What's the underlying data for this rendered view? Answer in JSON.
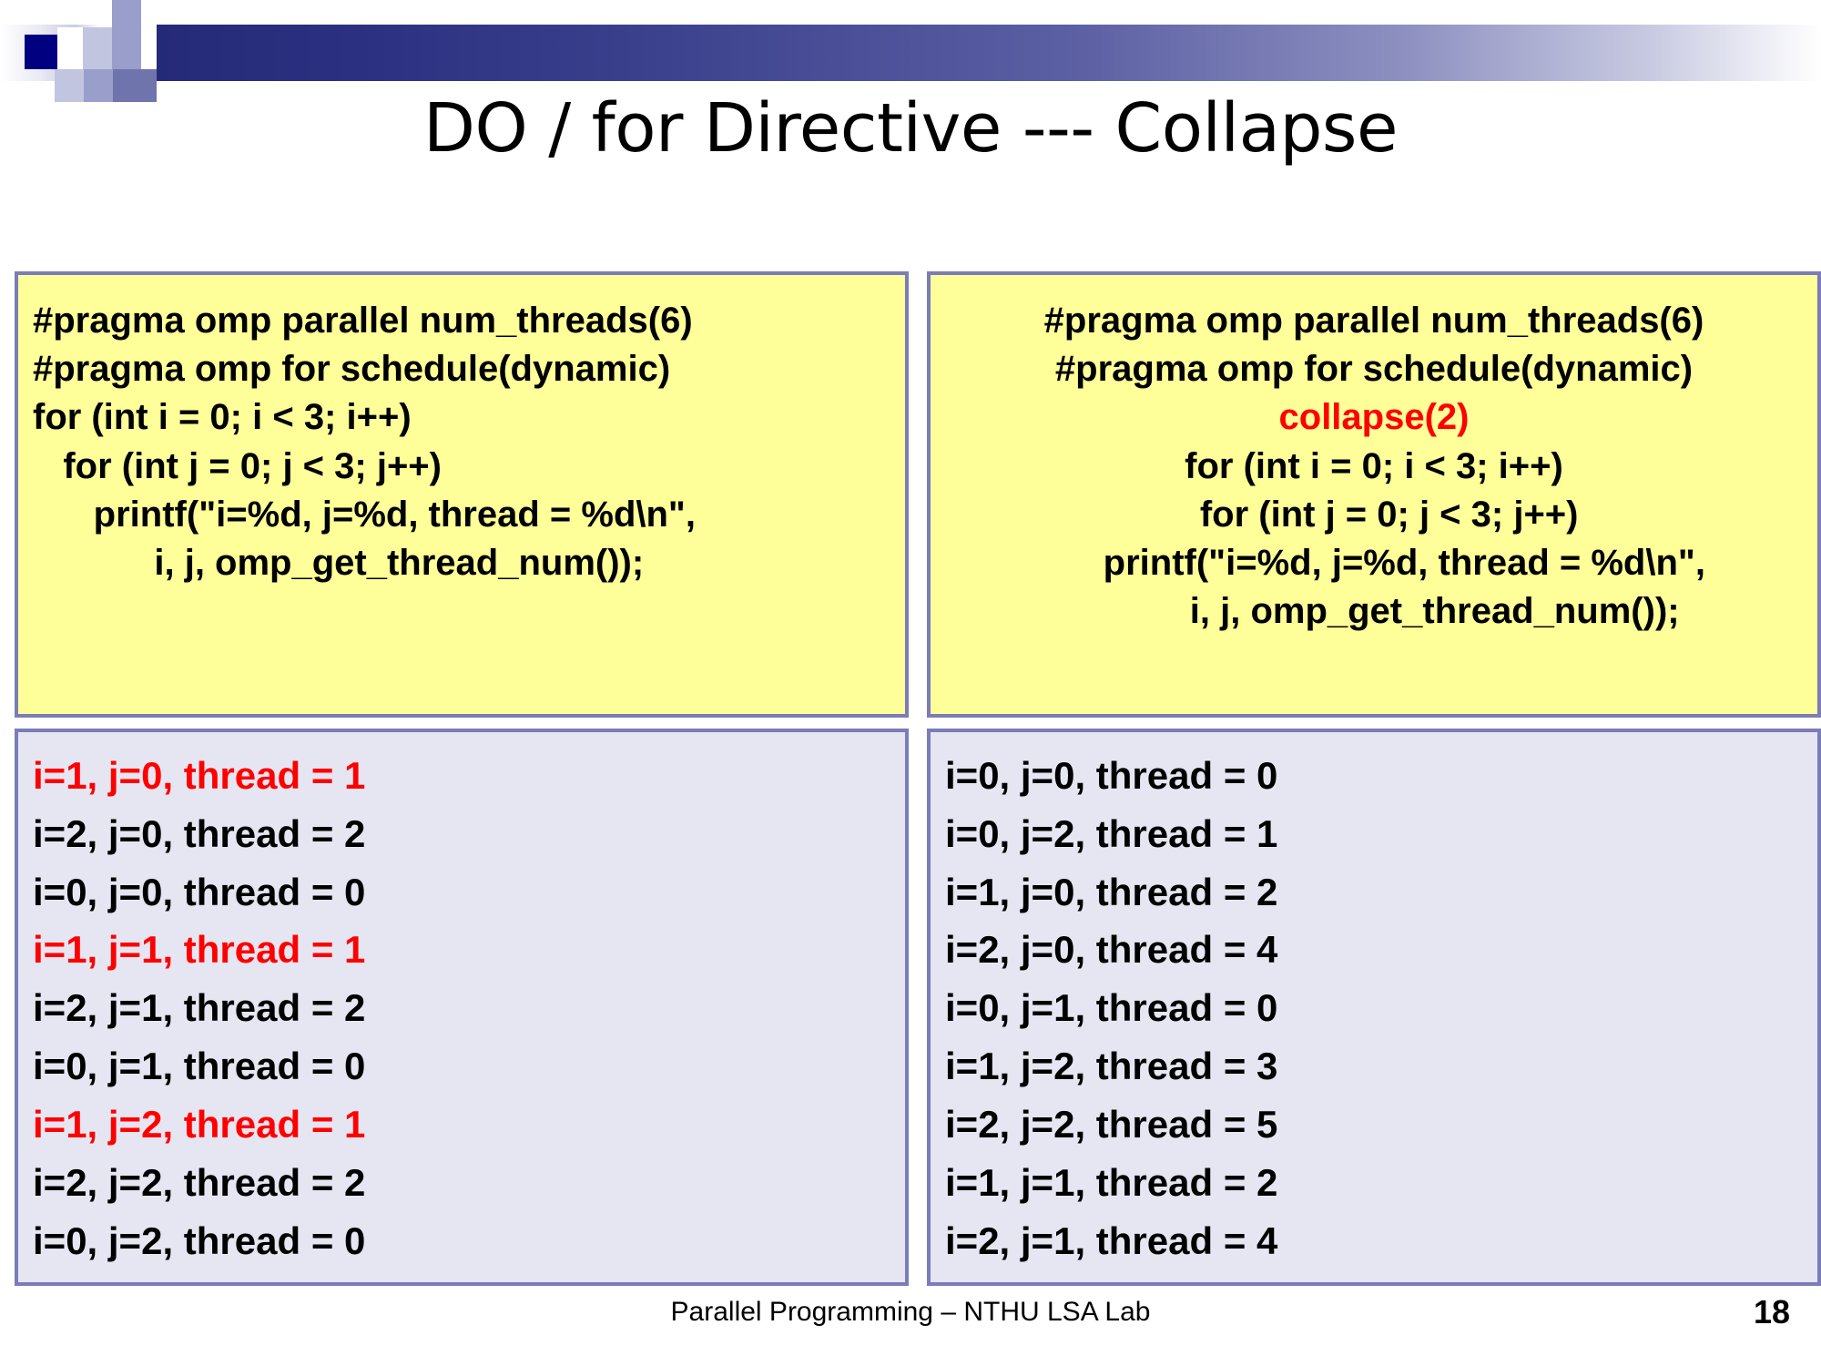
{
  "slide": {
    "title": "DO / for Directive --- Collapse",
    "footer": "Parallel Programming – NTHU LSA Lab",
    "page_number": "18"
  },
  "colors": {
    "accent_dark_blue": "#1f2370",
    "banner_gradient_start": "#252a78",
    "code_panel_bg": "#ffff99",
    "output_panel_bg": "#e6e6f2",
    "panel_border": "#7b7cb8",
    "highlight_red": "#ff0000"
  },
  "left_code": {
    "lines": [
      {
        "text": "#pragma omp parallel num_threads(6)",
        "color": "black",
        "align": "left"
      },
      {
        "text": "#pragma omp for schedule(dynamic)",
        "color": "black",
        "align": "left"
      },
      {
        "text": "for (int i = 0; i < 3; i++)",
        "color": "black",
        "align": "left"
      },
      {
        "text": "   for (int j = 0; j < 3; j++)",
        "color": "black",
        "align": "left"
      },
      {
        "text": "      printf(\"i=%d, j=%d, thread = %d\\n\",",
        "color": "black",
        "align": "left"
      },
      {
        "text": "            i, j, omp_get_thread_num());",
        "color": "black",
        "align": "left"
      }
    ]
  },
  "right_code": {
    "lines": [
      {
        "text": "#pragma omp parallel num_threads(6)",
        "color": "black",
        "align": "center"
      },
      {
        "text": "#pragma omp for schedule(dynamic)",
        "color": "black",
        "align": "center"
      },
      {
        "text": "collapse(2)",
        "color": "red",
        "align": "center"
      },
      {
        "text": "for (int i = 0; i < 3; i++)",
        "color": "black",
        "align": "center"
      },
      {
        "text": "   for (int j = 0; j < 3; j++)",
        "color": "black",
        "align": "center"
      },
      {
        "text": "      printf(\"i=%d, j=%d, thread = %d\\n\",",
        "color": "black",
        "align": "center"
      },
      {
        "text": "            i, j, omp_get_thread_num());",
        "color": "black",
        "align": "center"
      }
    ]
  },
  "left_output": {
    "lines": [
      {
        "text": "i=1, j=0, thread = 1",
        "color": "red"
      },
      {
        "text": "i=2, j=0, thread = 2",
        "color": "black"
      },
      {
        "text": "i=0, j=0, thread = 0",
        "color": "black"
      },
      {
        "text": "i=1, j=1, thread = 1",
        "color": "red"
      },
      {
        "text": "i=2, j=1, thread = 2",
        "color": "black"
      },
      {
        "text": "i=0, j=1, thread = 0",
        "color": "black"
      },
      {
        "text": "i=1, j=2, thread = 1",
        "color": "red"
      },
      {
        "text": "i=2, j=2, thread = 2",
        "color": "black"
      },
      {
        "text": "i=0, j=2, thread = 0",
        "color": "black"
      }
    ]
  },
  "right_output": {
    "lines": [
      {
        "text": "i=0, j=0, thread = 0",
        "color": "black"
      },
      {
        "text": "i=0, j=2, thread = 1",
        "color": "black"
      },
      {
        "text": "i=1, j=0, thread = 2",
        "color": "black"
      },
      {
        "text": "i=2, j=0, thread = 4",
        "color": "black"
      },
      {
        "text": "i=0, j=1, thread = 0",
        "color": "black"
      },
      {
        "text": "i=1, j=2, thread = 3",
        "color": "black"
      },
      {
        "text": "i=2, j=2, thread = 5",
        "color": "black"
      },
      {
        "text": "i=1, j=1, thread = 2",
        "color": "black"
      },
      {
        "text": "i=2, j=1, thread = 4",
        "color": "black"
      }
    ]
  }
}
